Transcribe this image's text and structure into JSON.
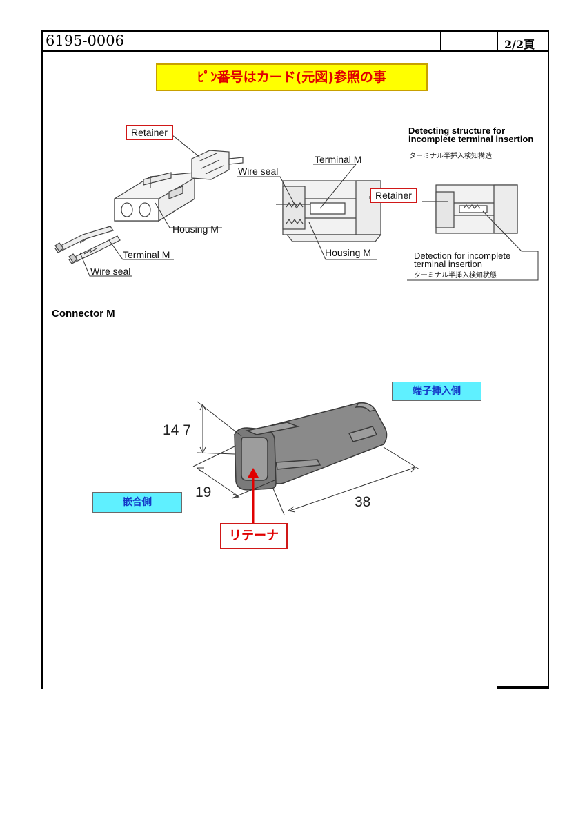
{
  "header": {
    "doc_number": "6195-0006",
    "page": "2/2頁"
  },
  "banner": {
    "text": "ﾋﾟﾝ番号はカード(元図)参照の事"
  },
  "diagram_left": {
    "retainer": "Retainer",
    "housing": "Housing M",
    "terminal": "Terminal M",
    "wire_seal": "Wire seal"
  },
  "diagram_mid": {
    "wire_seal": "Wire seal",
    "terminal": "Terminal M",
    "retainer": "Retainer",
    "housing": "Housing M"
  },
  "diagram_right": {
    "title_line1": "Detecting structure for",
    "title_line2": "incomplete terminal insertion",
    "title_jp": "ターミナル半挿入検知構造",
    "note_line1": "Detection for incomplete",
    "note_line2": "terminal insertion",
    "note_jp": "ターミナル半挿入検知状態"
  },
  "section_title": "Connector M",
  "dimensions": {
    "height": "14 7",
    "width": "19",
    "length": "38"
  },
  "callouts": {
    "terminal_side": "端子挿入側",
    "mating_side": "嵌合側",
    "retainer": "リテーナ"
  },
  "colors": {
    "banner_bg": "#ffff00",
    "banner_text": "#e00000",
    "callout_bg": "#5ff0ff",
    "callout_text": "#1438c8",
    "red_box": "#d01818"
  }
}
